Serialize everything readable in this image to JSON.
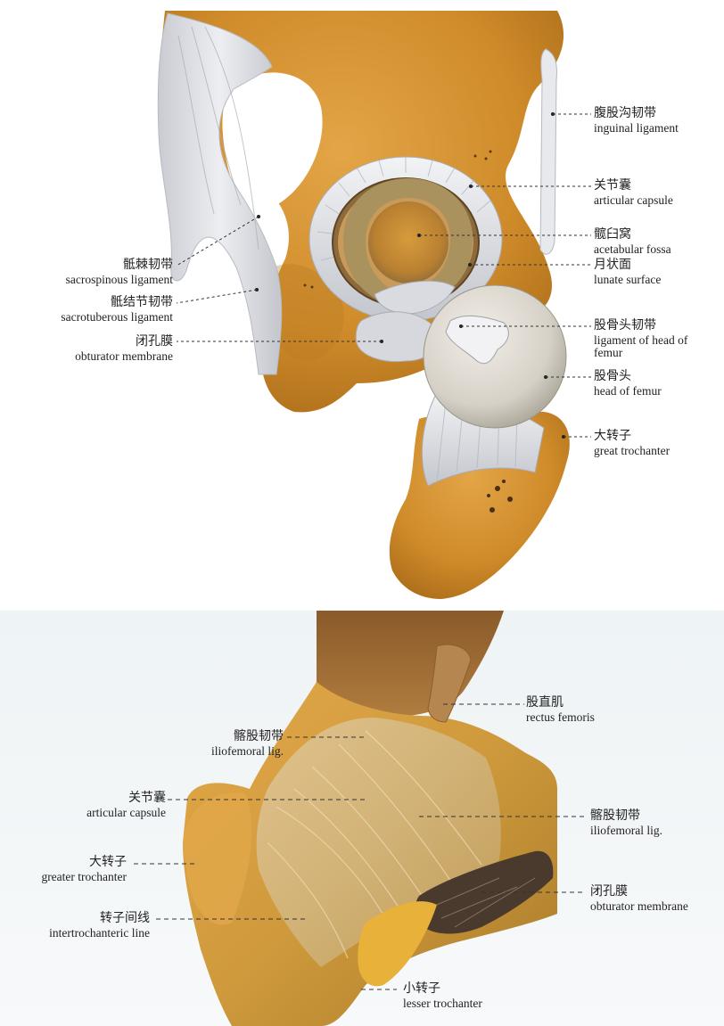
{
  "top_labels": [
    {
      "zh": "腹股沟韧带",
      "en": "inguinal ligament"
    },
    {
      "zh": "关节囊",
      "en": "articular capsule"
    },
    {
      "zh": "髋臼窝",
      "en": "acetabular fossa"
    },
    {
      "zh": "月状面",
      "en": "lunate surface"
    },
    {
      "zh": "股骨头韧带",
      "en": "ligament of head of femur"
    },
    {
      "zh": "股骨头",
      "en": "head of femur"
    },
    {
      "zh": "大转子",
      "en": "great trochanter"
    },
    {
      "zh": "骶棘韧带",
      "en": "sacrospinous ligament"
    },
    {
      "zh": "骶结节韧带",
      "en": "sacrotuberous ligament"
    },
    {
      "zh": "闭孔膜",
      "en": "obturator membrane"
    }
  ],
  "bottom_labels": [
    {
      "zh": "股直肌",
      "en": "rectus femoris"
    },
    {
      "zh": "髂股韧带",
      "en": "iliofemoral lig."
    },
    {
      "zh": "关节囊",
      "en": "articular capsule"
    },
    {
      "zh": "髂股韧带",
      "en": "iliofemoral lig."
    },
    {
      "zh": "大转子",
      "en": "greater trochanter"
    },
    {
      "zh": "闭孔膜",
      "en": "obturator membrane"
    },
    {
      "zh": "转子间线",
      "en": "intertrochanteric line"
    },
    {
      "zh": "小转子",
      "en": "lesser trochanter"
    }
  ],
  "colors": {
    "bone": "#d4922f",
    "ligament": "#dcdde2",
    "femur_head": "#d8d4cc",
    "background": "#ffffff"
  }
}
